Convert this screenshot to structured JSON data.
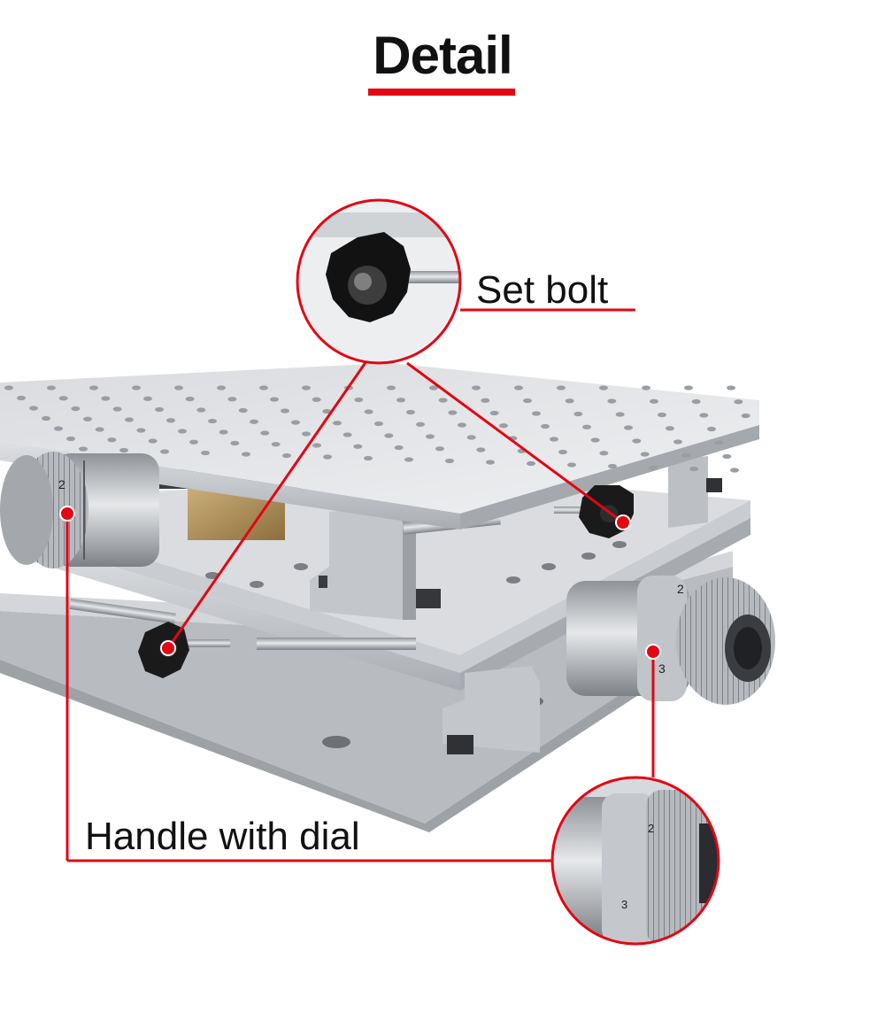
{
  "header": {
    "title": "Detail"
  },
  "callouts": {
    "set_bolt": "Set bolt",
    "handle_with_dial": "Handle with dial"
  },
  "dial_marks": {
    "left_handle": "2",
    "right_handle_a": "2",
    "right_handle_b": "3",
    "zoom_a": "2",
    "zoom_b": "3"
  },
  "colors": {
    "accent": "#e30613",
    "metal": "#c9ccd0",
    "knob": "#1a1a1a"
  }
}
